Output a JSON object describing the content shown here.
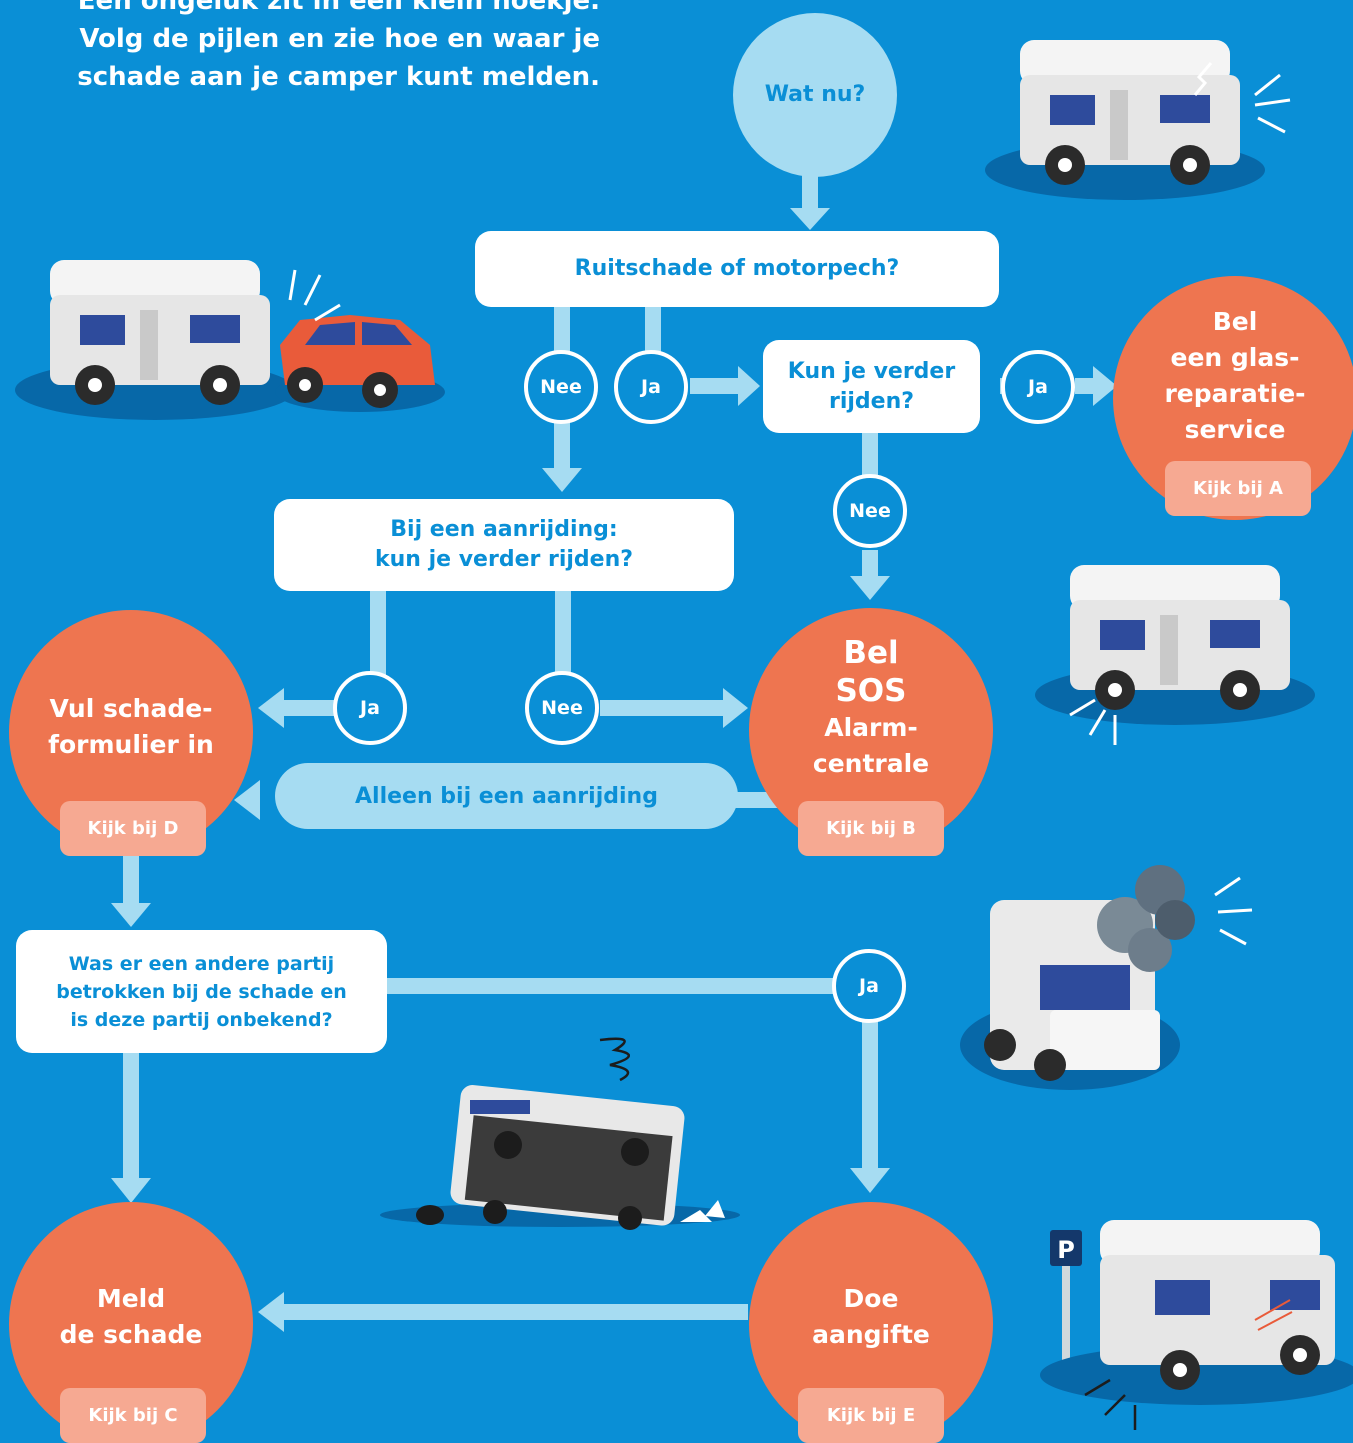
{
  "intro": {
    "line1": "Een ongeluk zit in een klein hoekje.",
    "line2": "Volg de pijlen en zie hoe en waar je",
    "line3": "schade aan je camper kunt melden."
  },
  "start": "Wat nu?",
  "questions": {
    "q1": "Ruitschade of motorpech?",
    "q2_line1": "Kun je verder",
    "q2_line2": "rijden?",
    "q3_line1": "Bij een aanrijding:",
    "q3_line2": "kun je verder rijden?",
    "q4_line1": "Was er een andere partij",
    "q4_line2": "betrokken bij de schade en",
    "q4_line3": "is deze partij onbekend?"
  },
  "answers": {
    "nee": "Nee",
    "ja": "Ja"
  },
  "pill": "Alleen bij een aanrijding",
  "actions": {
    "a": {
      "lines": [
        "Bel",
        "een glas-",
        "reparatie-",
        "service"
      ],
      "tag": "Kijk bij A"
    },
    "b": {
      "lines": [
        "Bel",
        "SOS",
        "Alarm-",
        "centrale"
      ],
      "tag": "Kijk bij B"
    },
    "d": {
      "lines": [
        "Vul schade-",
        "formulier in"
      ],
      "tag": "Kijk bij D"
    },
    "c": {
      "lines": [
        "Meld",
        "de schade"
      ],
      "tag": "Kijk bij C"
    },
    "e": {
      "lines": [
        "Doe",
        "aangifte"
      ],
      "tag": "Kijk bij E"
    }
  },
  "parking_sign": "P",
  "colors": {
    "background": "#0a8fd6",
    "light_blue": "#a6dcf2",
    "orange": "#ee7550",
    "tag": "#f6a992",
    "white": "#ffffff"
  }
}
